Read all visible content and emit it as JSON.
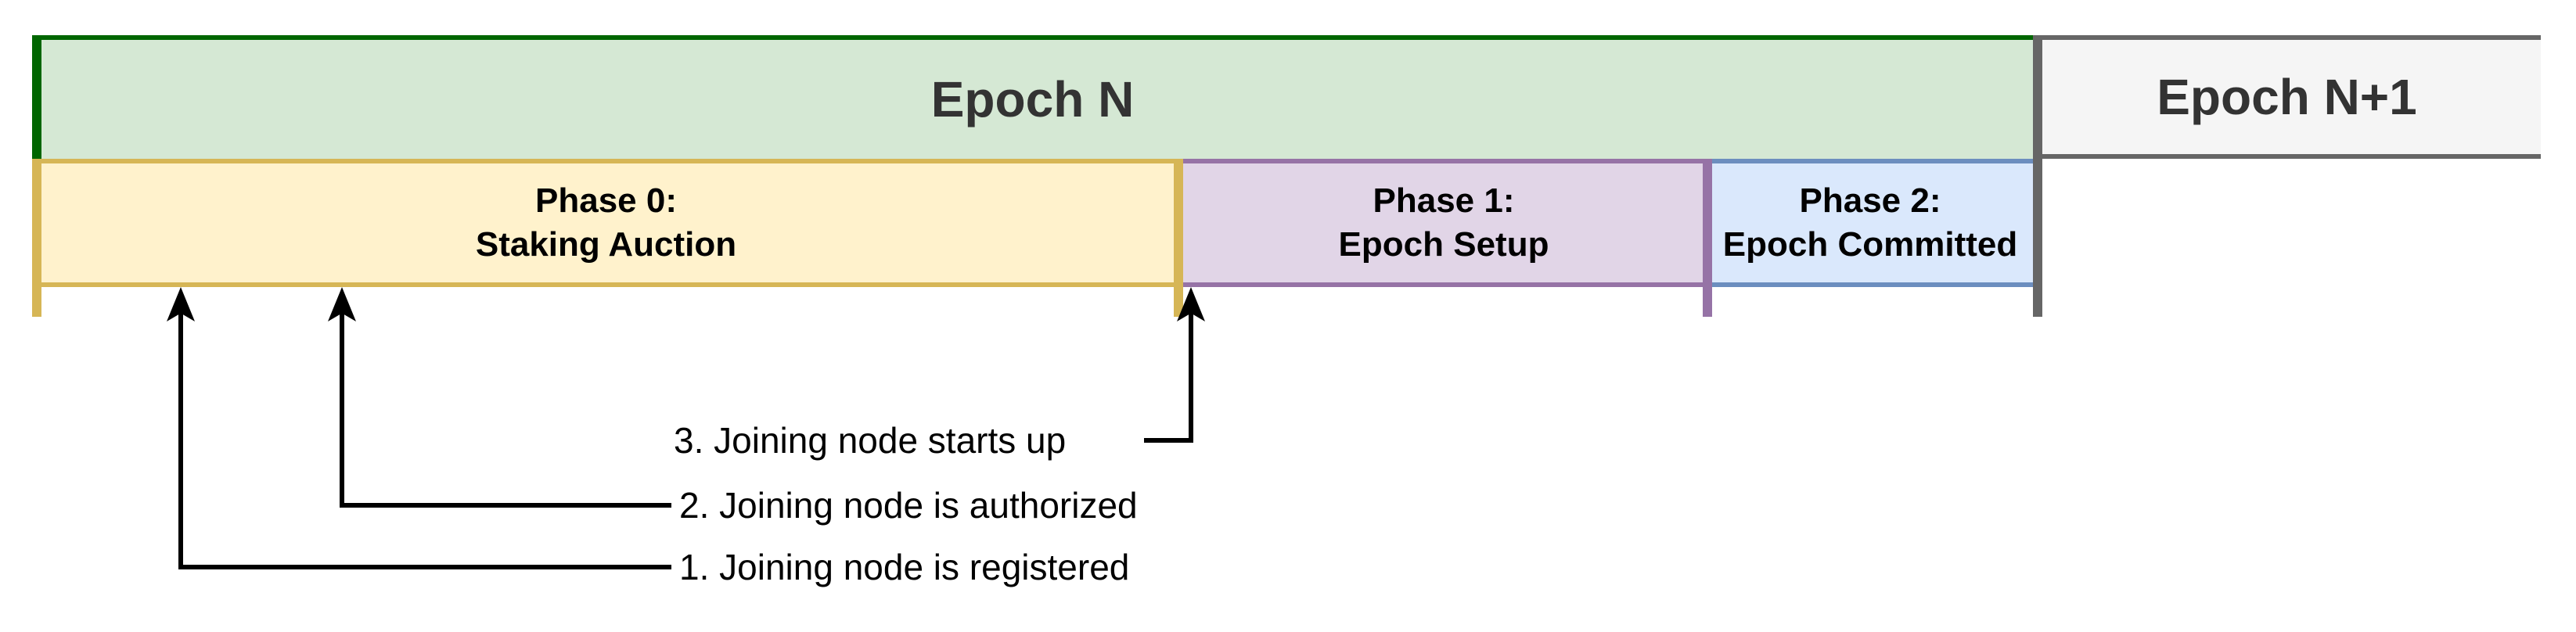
{
  "diagram": {
    "epochs": [
      {
        "label": "Epoch N",
        "fill": "#d5e8d4",
        "accent": "#006600",
        "text_color": "#333333"
      },
      {
        "label": "Epoch N+1",
        "fill": "#f5f5f5",
        "accent": "#666666",
        "text_color": "#333333"
      }
    ],
    "phases": [
      {
        "title": "Phase 0:",
        "subtitle": "Staking Auction",
        "fill": "#fff2cc",
        "accent": "#d6b656"
      },
      {
        "title": "Phase 1:",
        "subtitle": "Epoch Setup",
        "fill": "#e1d5e7",
        "accent": "#9673a6"
      },
      {
        "title": "Phase 2:",
        "subtitle": "Epoch Committed",
        "fill": "#dae8fc",
        "accent": "#6c8ebf"
      }
    ],
    "events": [
      {
        "label": "1. Joining node is registered"
      },
      {
        "label": "2. Joining node is authorized"
      },
      {
        "label": "3. Joining node starts up"
      }
    ],
    "line_color": "#000000",
    "background": "#ffffff"
  }
}
